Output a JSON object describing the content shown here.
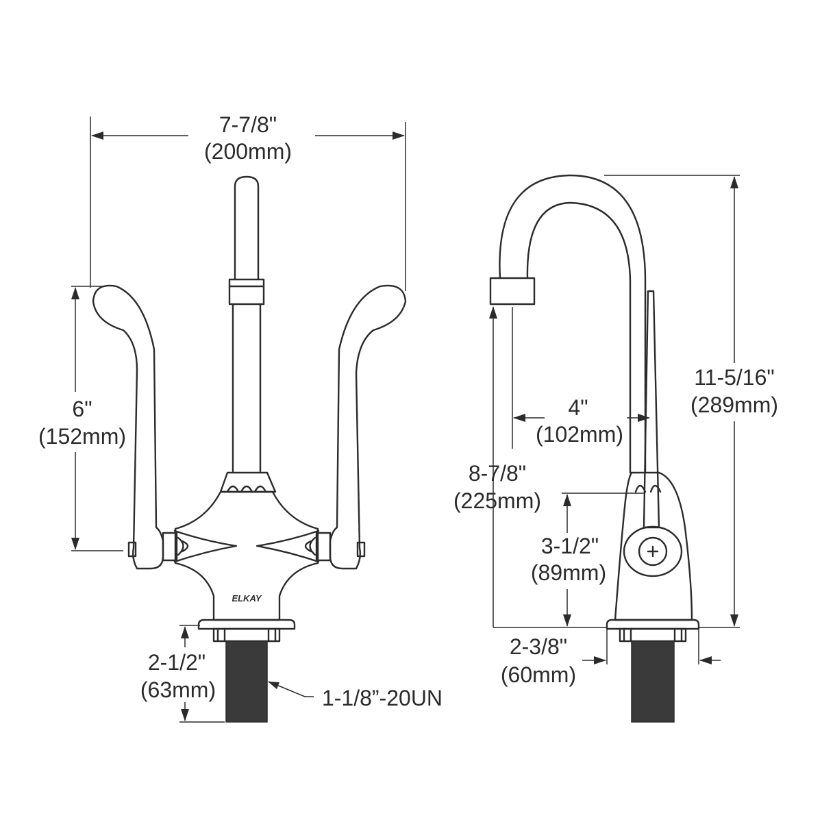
{
  "brand_logo": "ELKAY",
  "front_view": {
    "overall_width": {
      "imperial": "7-7/8\"",
      "metric": "(200mm)"
    },
    "handle_height": {
      "imperial": "6\"",
      "metric": "(152mm)"
    },
    "shank_length": {
      "imperial": "2-1/2\"",
      "metric": "(63mm)"
    },
    "thread_spec": "1-1/8”-20UN"
  },
  "side_view": {
    "overall_height": {
      "imperial": "11-5/16\"",
      "metric": "(289mm)"
    },
    "spout_reach": {
      "imperial": "4\"",
      "metric": "(102mm)"
    },
    "spout_outlet_height": {
      "imperial": "8-7/8\"",
      "metric": "(225mm)"
    },
    "handle_center_height": {
      "imperial": "3-1/2\"",
      "metric": "(89mm)"
    },
    "base_width": {
      "imperial": "2-3/8\"",
      "metric": "(60mm)"
    }
  },
  "colors": {
    "line": "#2b2b2b",
    "background": "#ffffff"
  }
}
